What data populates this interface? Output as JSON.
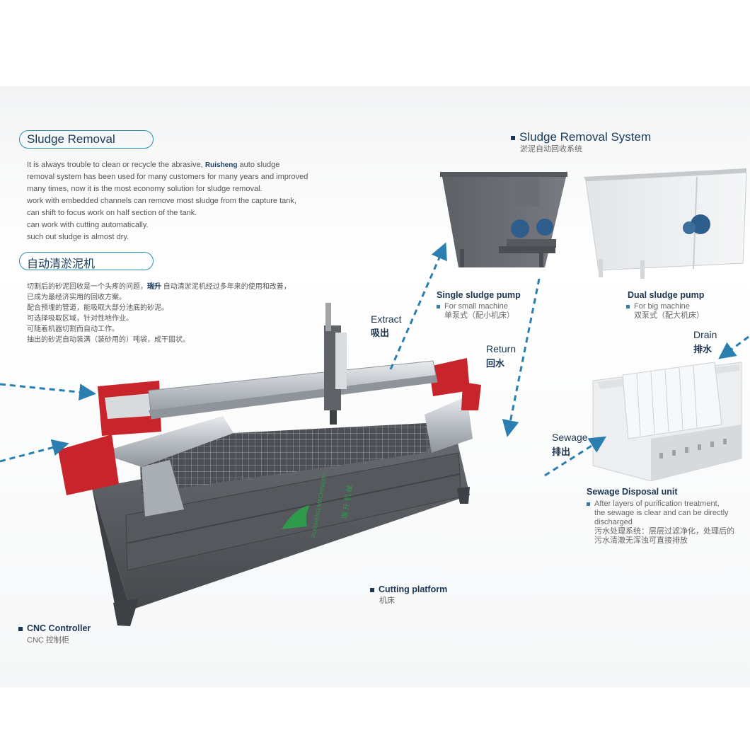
{
  "colors": {
    "accent": "#2f8fb7",
    "arrow": "#2a7fb0",
    "title": "#163a5a",
    "machine_red": "#c8242b",
    "machine_gray": "#5b5e63"
  },
  "left_panel": {
    "title_en": "Sludge Removal",
    "paragraph_en": {
      "line1_pre": "It is always trouble to clean or recycle the abrasive,",
      "brand": "Ruisheng",
      "line1_post": "auto sludge",
      "line2": "removal system has been used for many customers for many years and improved",
      "line3": "many times, now it is the most economy solution for sludge removal.",
      "line4": "work with embedded channels can remove most sludge from the capture tank,",
      "line5": "can shift to focus work on half section of the tank.",
      "line6": "can work with cutting automatically.",
      "line7": "such out sludge is almost dry."
    },
    "title_cn": "自动清淤泥机",
    "paragraph_cn": {
      "line1_pre": "切割后的砂泥回收是一个头疼的问题，",
      "brand": "瑞升",
      "line1_post": "自动清淤泥机经过多年来的使用和改善，",
      "line2": "已成为最经济实用的回收方案。",
      "line3": "配合预埋的管道，能吸取大部分池底的砂泥。",
      "line4": "可选择吸取区域，针对性地作业。",
      "line5": "可随着机器切割而自动工作。",
      "line6": "抽出的砂泥自动装满（装砂用的）吨袋，成干固状。"
    }
  },
  "system": {
    "title_en": "Sludge Removal System",
    "title_cn": "淤泥自动回收系统"
  },
  "single_pump": {
    "title": "Single sludge pump",
    "desc_en": "For small machine",
    "desc_cn": "单泵式（配小机床）"
  },
  "dual_pump": {
    "title": "Dual sludge pump",
    "desc_en": "For big machine",
    "desc_cn": "双泵式（配大机床）"
  },
  "sewage_unit": {
    "title": "Sewage Disposal unit",
    "desc_en_1": "After layers of purification treatment,",
    "desc_en_2": "the sewage is clear and can be directly",
    "desc_en_3": "discharged",
    "desc_cn_1": "污水处理系统：层层过滤净化，处理后的",
    "desc_cn_2": "污水清澈无浑浊可直接排放"
  },
  "flows": {
    "extract_en": "Extract",
    "extract_cn": "吸出",
    "return_en": "Return",
    "return_cn": "回水",
    "drain_en": "Drain",
    "drain_cn": "排水",
    "sewage_en": "Sewage",
    "sewage_cn": "排出"
  },
  "cutting_platform": {
    "title": "Cutting platform",
    "cn": "机床"
  },
  "cnc": {
    "title": "CNC Controller",
    "cn": "CNC 控制柜"
  },
  "machine_logo": {
    "brand_en": "RUISHENG MACHINERY",
    "brand_cn": "瑞 升 机 械"
  }
}
